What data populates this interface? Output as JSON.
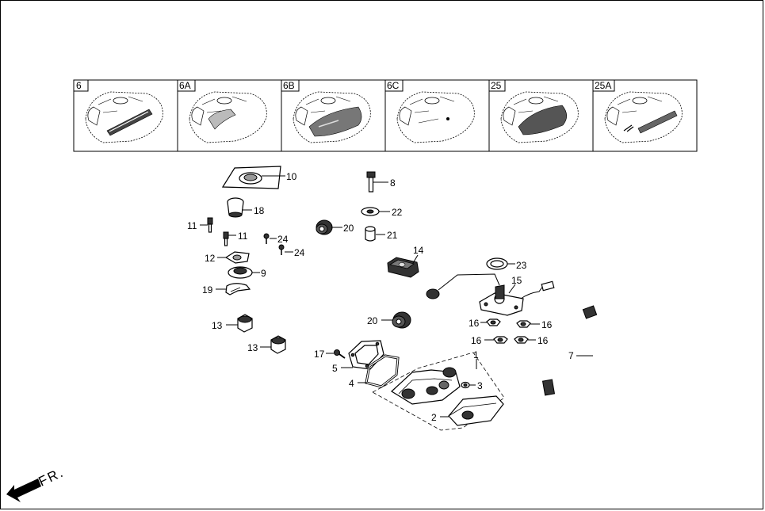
{
  "variants": [
    {
      "code": "6"
    },
    {
      "code": "6A"
    },
    {
      "code": "6B"
    },
    {
      "code": "6C"
    },
    {
      "code": "25"
    },
    {
      "code": "25A"
    }
  ],
  "callouts": {
    "c10": "10",
    "c8": "8",
    "c18": "18",
    "c22": "22",
    "c11a": "11",
    "c20a": "20",
    "c11b": "11",
    "c24a": "24",
    "c21": "21",
    "c24b": "24",
    "c12": "12",
    "c14": "14",
    "c9": "9",
    "c23": "23",
    "c15": "15",
    "c19": "19",
    "c13a": "13",
    "c20b": "20",
    "c16a": "16",
    "c16b": "16",
    "c13b": "13",
    "c16c": "16",
    "c16d": "16",
    "c17": "17",
    "c1": "1",
    "c7": "7",
    "c5": "5",
    "c4": "4",
    "c3": "3",
    "c2": "2"
  },
  "front_marker": {
    "label": "FR.",
    "icon": "arrow-icon"
  }
}
